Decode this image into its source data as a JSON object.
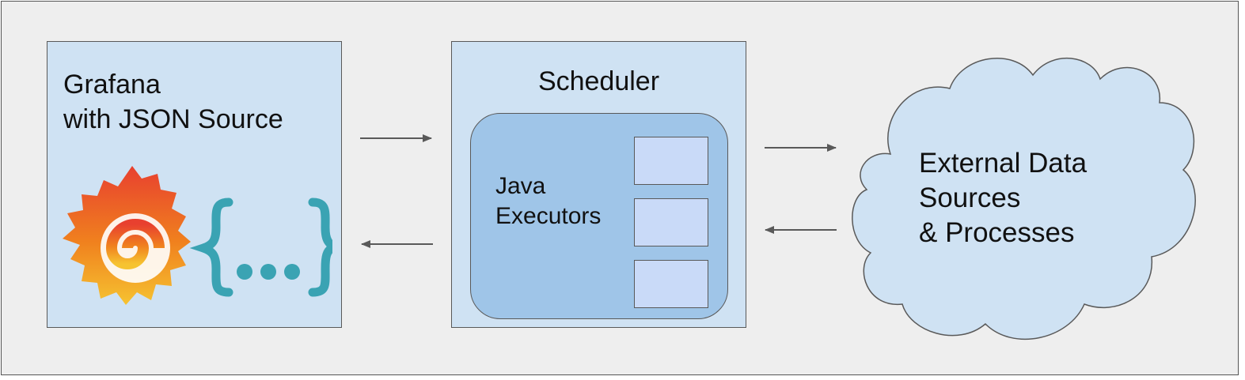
{
  "grafana": {
    "title": "Grafana\nwith JSON Source",
    "logo": "grafana-logo",
    "json_icon_text": "{...}"
  },
  "scheduler": {
    "title": "Scheduler",
    "executors_label": "Java\nExecutors",
    "executor_slot_count": 3
  },
  "external": {
    "label": "External Data\nSources\n& Processes"
  },
  "colors": {
    "background": "#eeeeee",
    "box_fill": "#cfe2f3",
    "executor_panel": "#9fc5e8",
    "executor_slot": "#c9daf8",
    "cloud_fill": "#cfe2f3",
    "json_teal": "#3aa3b3",
    "arrow": "#595959"
  },
  "connections": [
    {
      "from": "grafana",
      "to": "scheduler"
    },
    {
      "from": "scheduler",
      "to": "grafana"
    },
    {
      "from": "scheduler",
      "to": "external"
    },
    {
      "from": "external",
      "to": "scheduler"
    }
  ]
}
